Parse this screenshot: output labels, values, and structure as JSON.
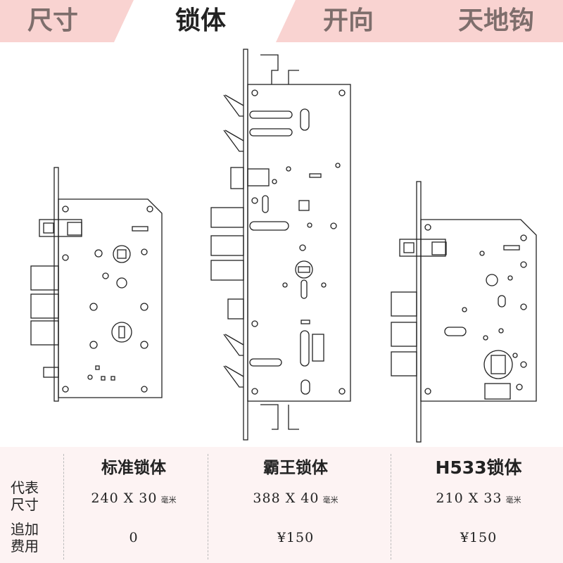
{
  "tabs": [
    {
      "label": "尺寸",
      "active": false
    },
    {
      "label": "锁体",
      "active": true
    },
    {
      "label": "开向",
      "active": false
    },
    {
      "label": "天地钩",
      "active": false
    }
  ],
  "colors": {
    "tab_bg": "#f9d3d1",
    "tab_active_bg": "#ffffff",
    "tab_text": "#7e6e6c",
    "table_bg": "#fdf3f3"
  },
  "table": {
    "columns": [
      "标准锁体",
      "霸王锁体",
      "H533锁体"
    ],
    "rows": [
      {
        "label": [
          "代表",
          "尺寸"
        ],
        "values": [
          "240 X 30",
          "388 X 40",
          "210 X 33"
        ],
        "unit": "毫米"
      },
      {
        "label": [
          "追加",
          "费用"
        ],
        "values": [
          "0",
          "¥150",
          "¥150"
        ]
      }
    ]
  },
  "locks": [
    {
      "name": "standard-lock-body-drawing"
    },
    {
      "name": "bawang-lock-body-drawing"
    },
    {
      "name": "h533-lock-body-drawing"
    }
  ]
}
